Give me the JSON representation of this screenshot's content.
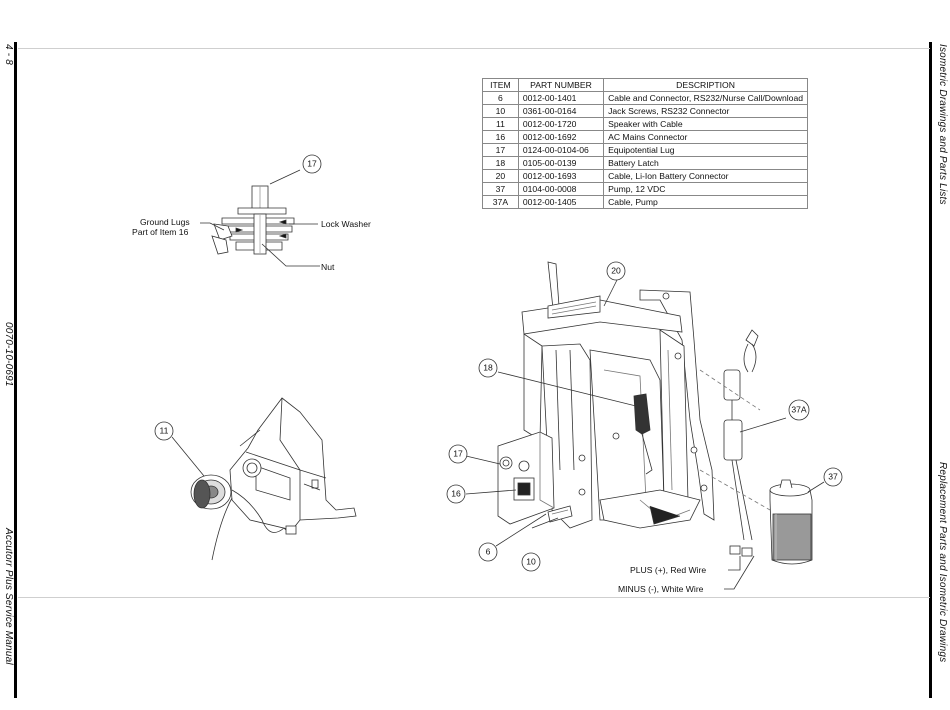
{
  "header": {
    "page_number": "4 - 8",
    "document_number": "0070-10-0691",
    "manual_title": "Accutorr Plus Service Manual",
    "section_top": "Isometric Drawings and Parts Lists",
    "section_bottom": "Replacement Parts and Isometric Drawings"
  },
  "parts_table": {
    "headers": [
      "ITEM",
      "PART NUMBER",
      "DESCRIPTION"
    ],
    "rows": [
      [
        "6",
        "0012-00-1401",
        "Cable and Connector, RS232/Nurse Call/Download"
      ],
      [
        "10",
        "0361-00-0164",
        "Jack Screws, RS232 Connector"
      ],
      [
        "11",
        "0012-00-1720",
        "Speaker with Cable"
      ],
      [
        "16",
        "0012-00-1692",
        "AC Mains Connector"
      ],
      [
        "17",
        "0124-00-0104-06",
        "Equipotential Lug"
      ],
      [
        "18",
        "0105-00-0139",
        "Battery Latch"
      ],
      [
        "20",
        "0012-00-1693",
        "Cable, Li-Ion Battery Connector"
      ],
      [
        "37",
        "0104-00-0008",
        "Pump, 12 VDC"
      ],
      [
        "37A",
        "0012-00-1405",
        "Cable, Pump"
      ]
    ]
  },
  "lug_detail": {
    "callout": "17",
    "ground_lugs": "Ground Lugs",
    "part_of": "Part of Item 16",
    "lock_washer": "Lock Washer",
    "nut": "Nut"
  },
  "speaker_detail": {
    "callout": "11"
  },
  "main_assembly": {
    "callouts": {
      "c20": "20",
      "c18": "18",
      "c17": "17",
      "c16": "16",
      "c6": "6",
      "c10": "10",
      "c37a": "37A",
      "c37": "37"
    },
    "plus_label": "PLUS (+), Red Wire",
    "minus_label": "MINUS (-), White Wire"
  }
}
